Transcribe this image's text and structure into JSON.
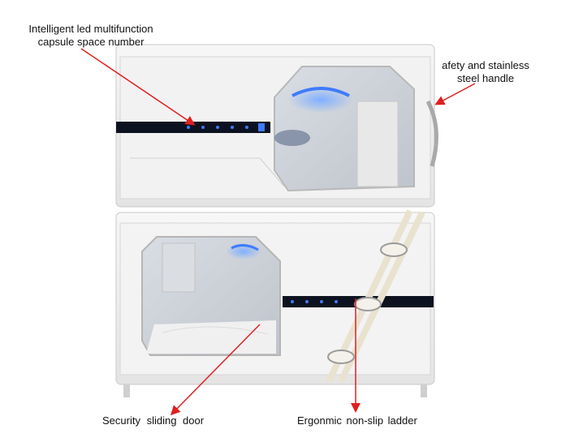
{
  "labels": {
    "led_line1": "Intelligent led multifunction",
    "led_line2": "capsule space number",
    "handle_line1": "afety and stainless",
    "handle_line2": "steel handle",
    "door": "Security sliding door",
    "ladder": "Ergonmic non-slip ladder"
  },
  "colors": {
    "shell": "#eeeeee",
    "panel": "#0d1220",
    "led": "#3f7bff",
    "arrow": "#e02020",
    "ladder": "#e9e2cf"
  }
}
